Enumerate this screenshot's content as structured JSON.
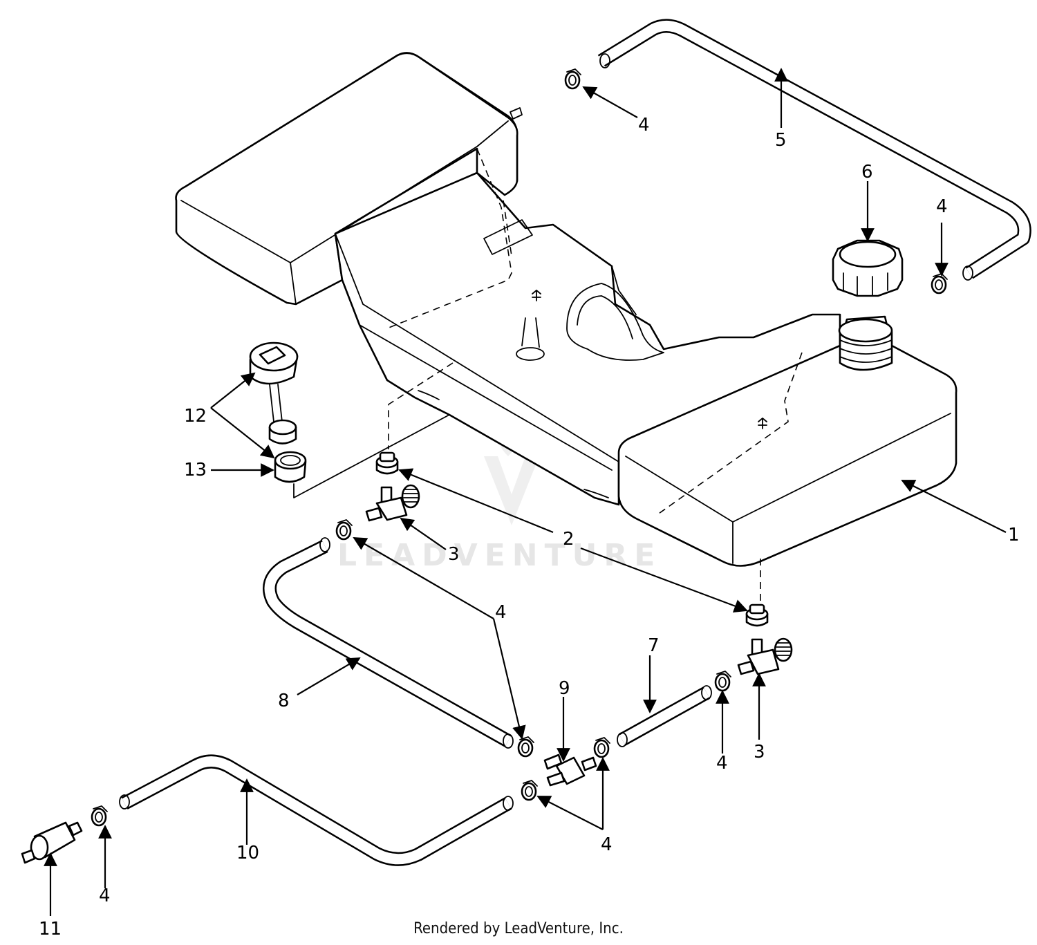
{
  "diagram": {
    "watermark": "LEADVENTURE",
    "callouts": {
      "c1": "1",
      "c2": "2",
      "c3a": "3",
      "c3b": "3",
      "c4a": "4",
      "c4b": "4",
      "c4c": "4",
      "c4d": "4",
      "c4e": "4",
      "c4f": "4",
      "c5": "5",
      "c6": "6",
      "c7": "7",
      "c8": "8",
      "c9": "9",
      "c10": "10",
      "c11": "11",
      "c12": "12",
      "c13": "13"
    }
  },
  "footer": {
    "credit": "Rendered by LeadVenture, Inc."
  }
}
